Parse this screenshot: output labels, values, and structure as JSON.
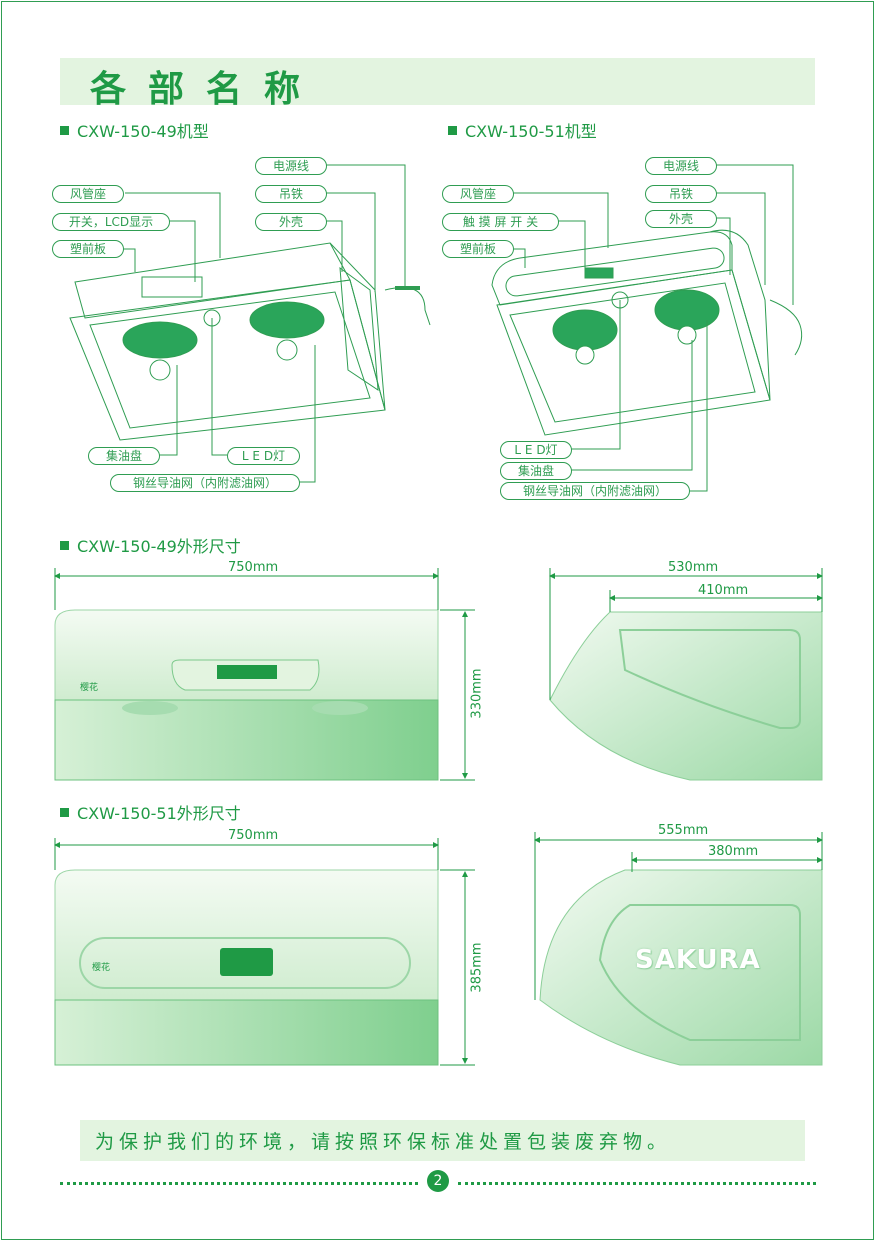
{
  "title": "各部名称",
  "title_chars": [
    "各",
    "部",
    "名",
    "称"
  ],
  "models": {
    "m49": {
      "heading": "CXW-150-49机型",
      "labels": {
        "power_cord": "电源线",
        "duct_seat": "风管座",
        "hanger": "吊铁",
        "switch_lcd": "开关，LCD显示",
        "housing": "外壳",
        "front_panel": "塑前板",
        "oil_cup": "集油盘",
        "led": "L E D灯",
        "filter": "钢丝导油网（内附滤油网）"
      }
    },
    "m51": {
      "heading": "CXW-150-51机型",
      "labels": {
        "power_cord": "电源线",
        "duct_seat": "风管座",
        "hanger": "吊铁",
        "touch_switch": "触 摸 屏 开 关",
        "housing": "外壳",
        "front_panel": "塑前板",
        "led": "L E D灯",
        "oil_cup": "集油盘",
        "filter": "钢丝导油网（内附滤油网）"
      }
    }
  },
  "dimensions": {
    "m49": {
      "heading": "CXW-150-49外形尺寸",
      "width": "750mm",
      "height": "330mm",
      "depth": "530mm",
      "depth_inner": "410mm",
      "brand": "樱花"
    },
    "m51": {
      "heading": "CXW-150-51外形尺寸",
      "width": "750mm",
      "height": "385mm",
      "depth": "555mm",
      "depth_inner": "380mm",
      "brand": "樱花",
      "side_logo": "SAKURA"
    }
  },
  "footer": {
    "notice": "为保护我们的环境，请按照环保标准处置包装废弃物。",
    "page_number": "2"
  },
  "colors": {
    "primary": "#1f9a45",
    "band": "#e3f4e0"
  }
}
